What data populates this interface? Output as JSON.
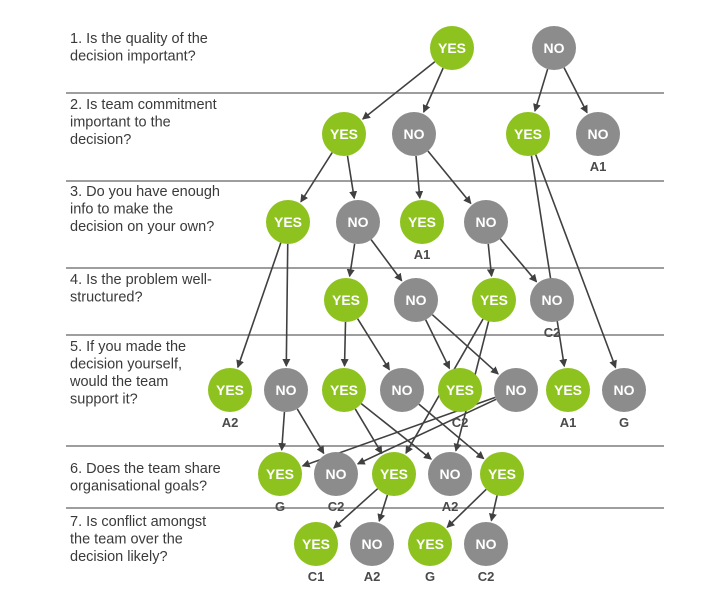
{
  "colors": {
    "yes": "#8dc21f",
    "no": "#8c8c8c",
    "rule": "#7f7f7f",
    "arrow": "#404040",
    "text": "#3a3a3a",
    "outcome": "#4a4a4a"
  },
  "questions": [
    {
      "id": "q1",
      "lines": [
        "1. Is the quality of the",
        "decision important?"
      ]
    },
    {
      "id": "q2",
      "lines": [
        "2. Is team commitment",
        "important to the",
        "decision?"
      ]
    },
    {
      "id": "q3",
      "lines": [
        "3. Do you have enough",
        "info to make the",
        "decision on your own?"
      ]
    },
    {
      "id": "q4",
      "lines": [
        "4. Is the problem well-",
        "structured?"
      ]
    },
    {
      "id": "q5",
      "lines": [
        "5. If you made the",
        "decision yourself,",
        "would the team",
        "support it?"
      ]
    },
    {
      "id": "q6",
      "lines": [
        "6. Does the team share",
        "organisational goals?"
      ]
    },
    {
      "id": "q7",
      "lines": [
        "7. Is conflict amongst",
        "the team over the",
        "decision likely?"
      ]
    }
  ],
  "nodes": [
    {
      "id": "q1-yes",
      "type": "yes",
      "label": "YES"
    },
    {
      "id": "q1-no",
      "type": "no",
      "label": "NO"
    },
    {
      "id": "q2-yes-a",
      "type": "yes",
      "label": "YES"
    },
    {
      "id": "q2-no-a",
      "type": "no",
      "label": "NO"
    },
    {
      "id": "q2-yes-b",
      "type": "yes",
      "label": "YES"
    },
    {
      "id": "q2-no-b",
      "type": "no",
      "label": "NO",
      "outcome": "A1"
    },
    {
      "id": "q3-yes-a",
      "type": "yes",
      "label": "YES"
    },
    {
      "id": "q3-no-a",
      "type": "no",
      "label": "NO"
    },
    {
      "id": "q3-yes-b",
      "type": "yes",
      "label": "YES",
      "outcome": "A1"
    },
    {
      "id": "q3-no-b",
      "type": "no",
      "label": "NO"
    },
    {
      "id": "q4-yes-a",
      "type": "yes",
      "label": "YES"
    },
    {
      "id": "q4-no-a",
      "type": "no",
      "label": "NO"
    },
    {
      "id": "q4-yes-b",
      "type": "yes",
      "label": "YES"
    },
    {
      "id": "q4-no-b",
      "type": "no",
      "label": "NO",
      "outcome": "C2"
    },
    {
      "id": "q5-yes-a",
      "type": "yes",
      "label": "YES",
      "outcome": "A2"
    },
    {
      "id": "q5-no-a",
      "type": "no",
      "label": "NO"
    },
    {
      "id": "q5-yes-b",
      "type": "yes",
      "label": "YES"
    },
    {
      "id": "q5-no-b",
      "type": "no",
      "label": "NO"
    },
    {
      "id": "q5-yes-c",
      "type": "yes",
      "label": "YES",
      "outcome": "C2"
    },
    {
      "id": "q5-no-c",
      "type": "no",
      "label": "NO"
    },
    {
      "id": "q5-yes-d",
      "type": "yes",
      "label": "YES",
      "outcome": "A1"
    },
    {
      "id": "q5-no-d",
      "type": "no",
      "label": "NO",
      "outcome": "G"
    },
    {
      "id": "q6-yes-a",
      "type": "yes",
      "label": "YES",
      "outcome": "G"
    },
    {
      "id": "q6-no-a",
      "type": "no",
      "label": "NO",
      "outcome": "C2"
    },
    {
      "id": "q6-yes-b",
      "type": "yes",
      "label": "YES"
    },
    {
      "id": "q6-no-b",
      "type": "no",
      "label": "NO",
      "outcome": "A2"
    },
    {
      "id": "q6-yes-c",
      "type": "yes",
      "label": "YES"
    },
    {
      "id": "q7-yes-a",
      "type": "yes",
      "label": "YES",
      "outcome": "C1"
    },
    {
      "id": "q7-no-a",
      "type": "no",
      "label": "NO",
      "outcome": "A2"
    },
    {
      "id": "q7-yes-b",
      "type": "yes",
      "label": "YES",
      "outcome": "G"
    },
    {
      "id": "q7-no-b",
      "type": "no",
      "label": "NO",
      "outcome": "C2"
    }
  ],
  "edges": [
    [
      "q1-yes",
      "q2-yes-a"
    ],
    [
      "q1-yes",
      "q2-no-a"
    ],
    [
      "q1-no",
      "q2-yes-b"
    ],
    [
      "q1-no",
      "q2-no-b"
    ],
    [
      "q2-yes-a",
      "q3-yes-a"
    ],
    [
      "q2-yes-a",
      "q3-no-a"
    ],
    [
      "q2-no-a",
      "q3-yes-b"
    ],
    [
      "q2-no-a",
      "q3-no-b"
    ],
    [
      "q2-yes-b",
      "q5-yes-d"
    ],
    [
      "q2-yes-b",
      "q5-no-d"
    ],
    [
      "q3-yes-a",
      "q5-yes-a"
    ],
    [
      "q3-yes-a",
      "q5-no-a"
    ],
    [
      "q3-no-a",
      "q4-yes-a"
    ],
    [
      "q3-no-a",
      "q4-no-a"
    ],
    [
      "q3-no-b",
      "q4-yes-b"
    ],
    [
      "q3-no-b",
      "q4-no-b"
    ],
    [
      "q4-yes-a",
      "q5-yes-b"
    ],
    [
      "q4-yes-a",
      "q5-no-b"
    ],
    [
      "q4-no-a",
      "q5-yes-c"
    ],
    [
      "q4-no-a",
      "q5-no-c"
    ],
    [
      "q4-yes-b",
      "q6-yes-b"
    ],
    [
      "q4-yes-b",
      "q6-no-b"
    ],
    [
      "q5-no-a",
      "q6-yes-a"
    ],
    [
      "q5-no-a",
      "q6-no-a"
    ],
    [
      "q5-yes-b",
      "q6-yes-b"
    ],
    [
      "q5-yes-b",
      "q6-no-b"
    ],
    [
      "q5-no-b",
      "q6-yes-c"
    ],
    [
      "q5-no-c",
      "q6-yes-a"
    ],
    [
      "q5-no-c",
      "q6-no-a"
    ],
    [
      "q6-yes-b",
      "q7-yes-a"
    ],
    [
      "q6-yes-b",
      "q7-no-a"
    ],
    [
      "q6-yes-c",
      "q7-yes-b"
    ],
    [
      "q6-yes-c",
      "q7-no-b"
    ]
  ]
}
